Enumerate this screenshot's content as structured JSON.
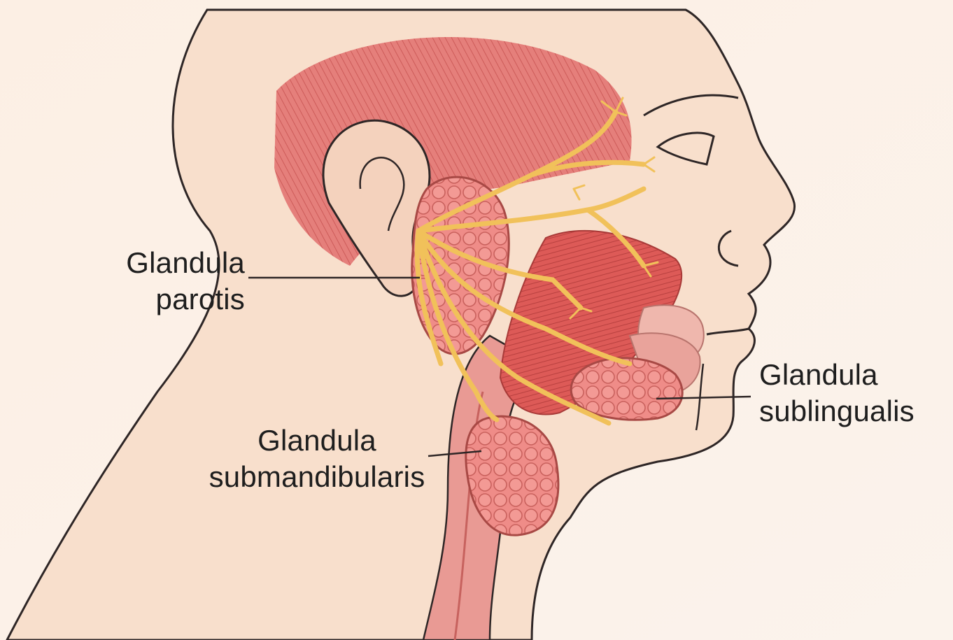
{
  "labels": {
    "parotis": {
      "line1": "Glandula",
      "line2": "parotis"
    },
    "submandibularis": {
      "line1": "Glandula",
      "line2": "submandibularis"
    },
    "sublingualis": {
      "line1": "Glandula",
      "line2": "sublingualis"
    }
  },
  "colors": {
    "background": "#fdf1e7",
    "skin": "#f8dfcc",
    "outline": "#2e2626",
    "muscle": "#e0605f",
    "gland": "#ef8a86",
    "nerve": "#f1c15a",
    "esophagus": "#e99a94"
  }
}
